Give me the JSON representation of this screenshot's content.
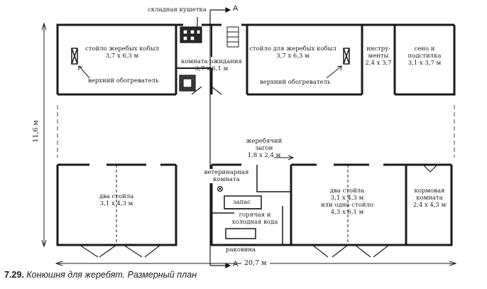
{
  "labels": {
    "folding_cot": "складная кушетка",
    "section_mark_top": "A",
    "section_mark_bottom": "A",
    "stall_left": {
      "name": "стойло жеребых кобыл",
      "size": "3,7 x 6,3 м"
    },
    "heater_left": "верхний обогреватель",
    "waiting_room": {
      "name": "комната ожидания",
      "size": "3,7 x 6,1 м"
    },
    "stall_mid": {
      "name": "стойло для жеребых кобыл",
      "size": "3,7 x 6,3 м"
    },
    "heater_mid": "верхний обогреватель",
    "tools": {
      "line1": "инстру-",
      "line2": "менты",
      "size": "2,4 x 3,7"
    },
    "hay": {
      "line1": "сено и",
      "line2": "подстилка",
      "size": "3,1 x 3,7 м"
    },
    "height_dim": "11,6 м",
    "foal_pen": {
      "line1": "жеребячий",
      "line2": "загон",
      "size": "1,8 x 2,4 м"
    },
    "vet_room": {
      "line1": "ветеринарная",
      "line2": "комната"
    },
    "two_stalls_left": {
      "name": "два стойла",
      "size": "3,1 x 4,3 м"
    },
    "supply": "запас",
    "water": {
      "line1": "горячая и",
      "line2": "холодная вода"
    },
    "sink": "раковина",
    "two_stalls_right": {
      "line1": "два стойла",
      "line2": "3,1 x 4,3 м",
      "line3": "или одно стойло",
      "line4": "4,3 x 6,1 м"
    },
    "feed_room": {
      "line1": "кормовая",
      "line2": "комната",
      "size": "2,4 x 4,3 м"
    },
    "width_dim": "20,7 м"
  },
  "caption": {
    "number": "7.29.",
    "text": "Конюшня для жеребят. Размерный план"
  }
}
